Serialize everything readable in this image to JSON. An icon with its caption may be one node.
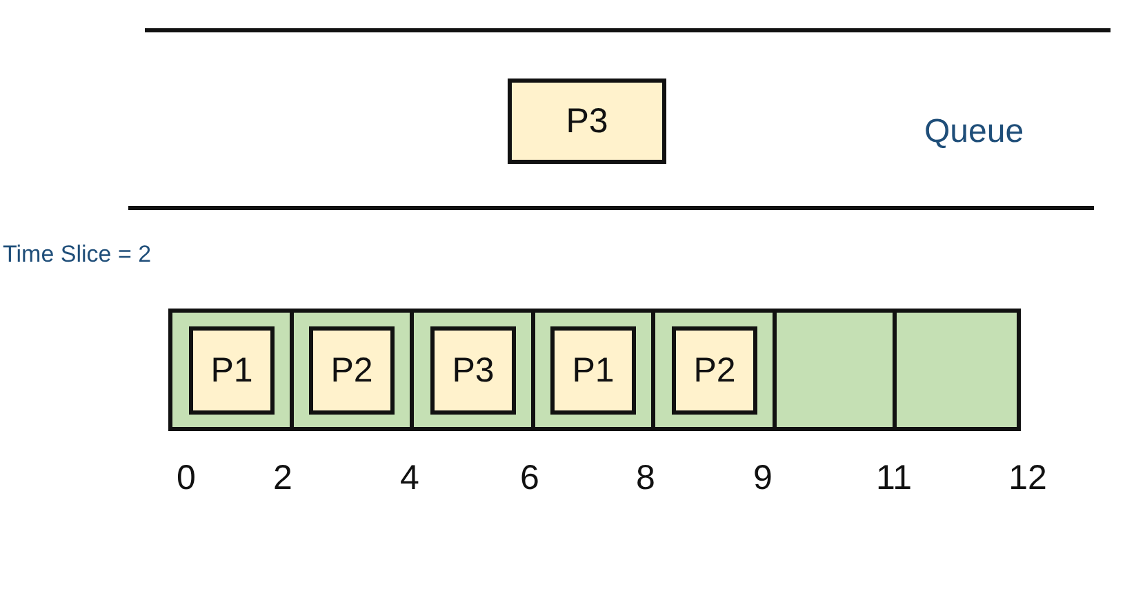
{
  "diagram": {
    "nodes": [
      {
        "text": [
          "P3"
        ]
      },
      {
        "text": [],
        "shape": "box"
      },
      {
        "text": [
          "P1"
        ],
        "in": 1
      },
      {
        "text": [],
        "shape": "box"
      },
      {
        "text": [
          "P2"
        ],
        "in": 3
      },
      {
        "text": [],
        "shape": "box"
      },
      {
        "text": [
          "P3"
        ],
        "in": 5
      },
      {
        "text": [],
        "shape": "box"
      },
      {
        "text": [
          "P1"
        ],
        "in": 7
      },
      {
        "text": [],
        "shape": "box"
      },
      {
        "text": [
          "P2"
        ],
        "in": 9
      },
      {
        "text": [],
        "shape": "box"
      },
      {
        "text": [],
        "shape": "box"
      }
    ],
    "labels": [
      "Queue",
      "Time Slice = 2",
      "0",
      "2",
      "4",
      "6",
      "8",
      "9",
      "11",
      "12"
    ]
  }
}
